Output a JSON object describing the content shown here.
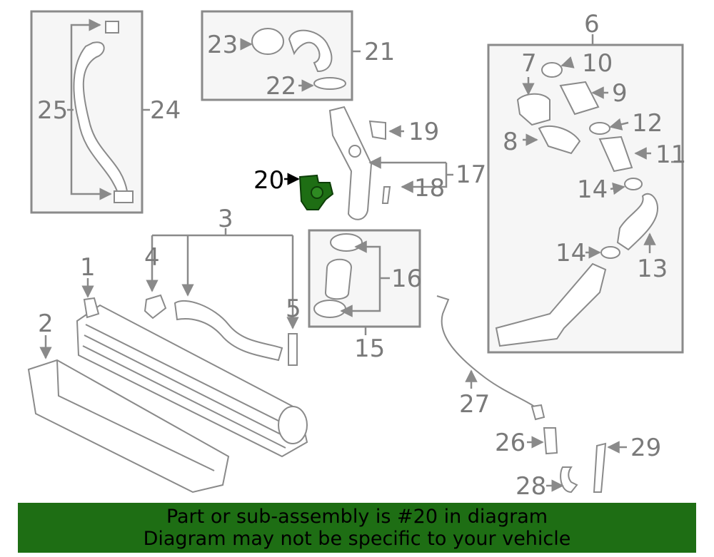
{
  "diagram": {
    "highlighted_part": "20",
    "highlight_color": "#1e6e14",
    "callouts": {
      "c1": "1",
      "c2": "2",
      "c3": "3",
      "c4": "4",
      "c5": "5",
      "c6": "6",
      "c7": "7",
      "c8": "8",
      "c9": "9",
      "c10": "10",
      "c11": "11",
      "c12": "12",
      "c13": "13",
      "c14a": "14",
      "c14b": "14",
      "c15": "15",
      "c16": "16",
      "c17": "17",
      "c18": "18",
      "c19": "19",
      "c20": "20",
      "c21": "21",
      "c22": "22",
      "c23": "23",
      "c24": "24",
      "c25": "25",
      "c26": "26",
      "c27": "27",
      "c28": "28",
      "c29": "29"
    }
  },
  "banner": {
    "line1": "Part or sub-assembly is #20 in diagram",
    "line2": "Diagram may not be specific to your vehicle",
    "background": "#1e6e14"
  }
}
